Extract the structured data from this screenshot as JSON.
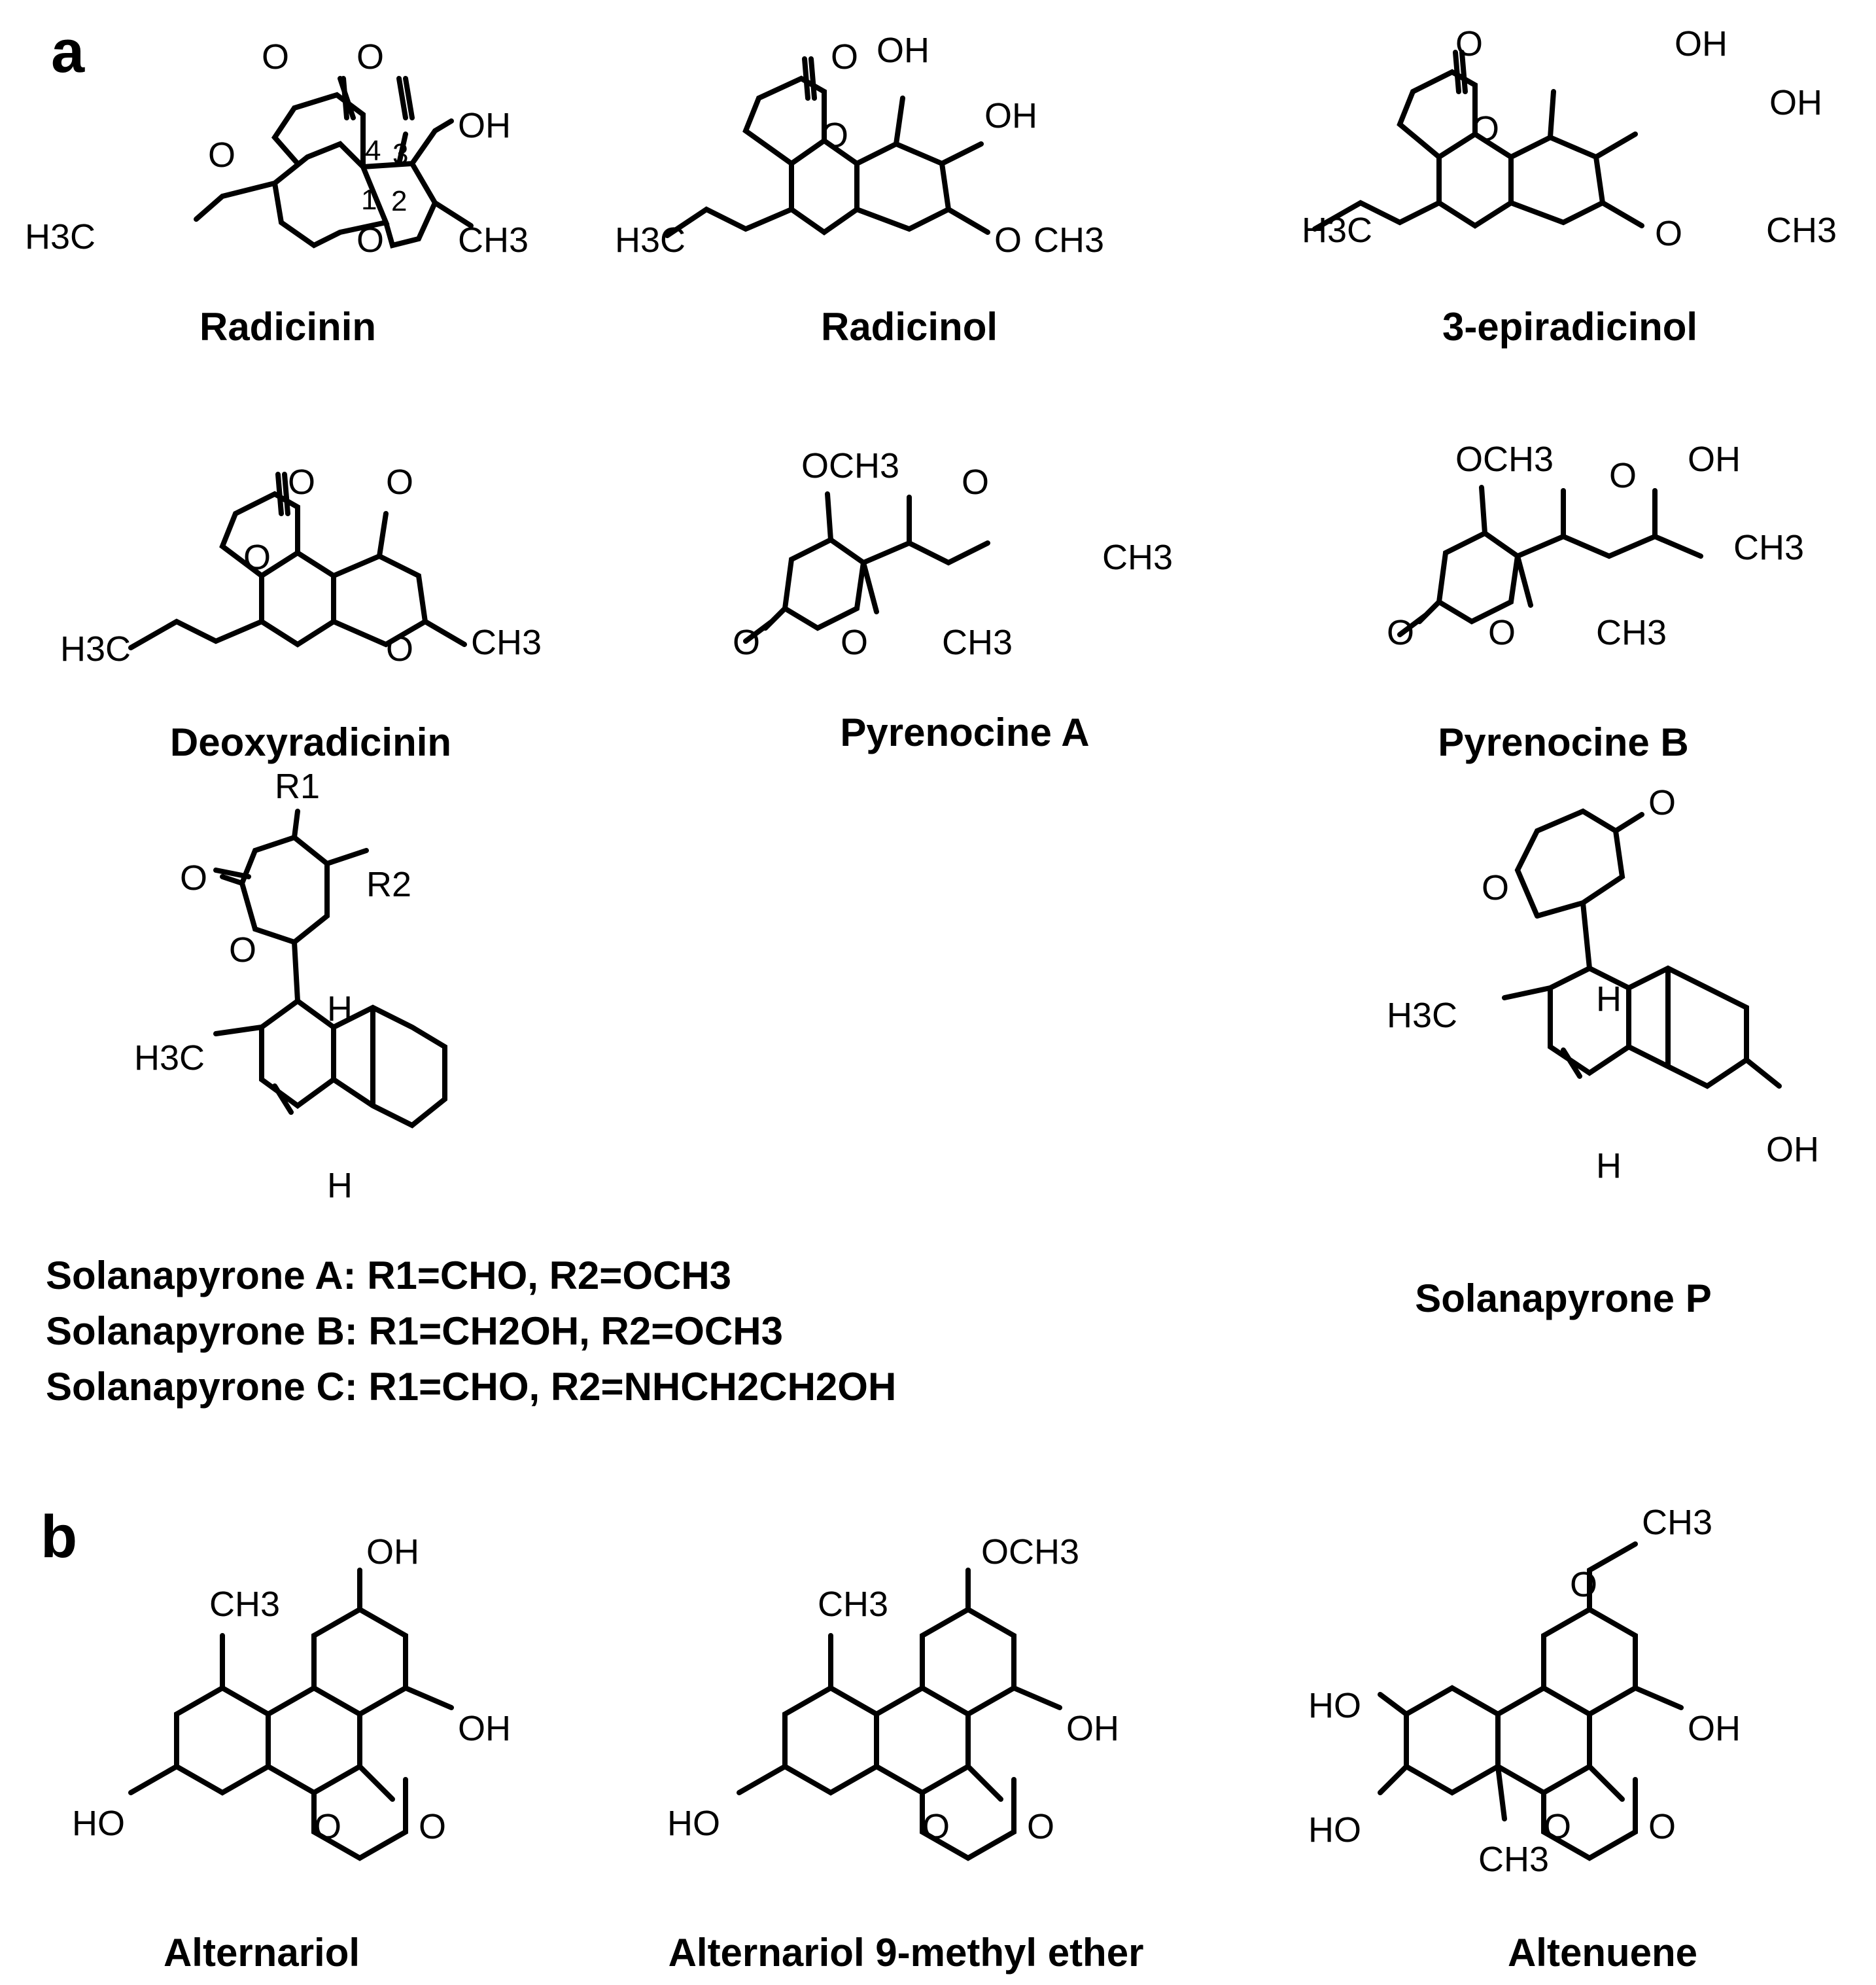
{
  "panels": {
    "a": "a",
    "b": "b"
  },
  "atoms": {
    "O": "O",
    "OH": "OH",
    "HO": "HO",
    "H3C": "H3C",
    "CH3": "CH3",
    "OCH3": "OCH3",
    "H": "H",
    "R1": "R1",
    "R2": "R2",
    "CH3_methyl": "CH3"
  },
  "positions": [
    "1",
    "2",
    "3",
    "4"
  ],
  "compounds": [
    {
      "name": "Radicinin"
    },
    {
      "name": "Radicinol"
    },
    {
      "name": "3-epiradicinol"
    },
    {
      "name": "Deoxyradicinin"
    },
    {
      "name": "Pyrenocine A"
    },
    {
      "name": "Pyrenocine B"
    },
    {
      "name": "Solanapyrone P"
    },
    {
      "name": "Alternariol"
    },
    {
      "name": "Alternariol 9-methyl ether"
    },
    {
      "name": "Altenuene"
    }
  ],
  "solanapyrone_lines": [
    "Solanapyrone A: R1=CHO, R2=OCH3",
    "Solanapyrone B: R1=CH2OH, R2=OCH3",
    "Solanapyrone C: R1=CHO, R2=NHCH2CH2OH"
  ]
}
